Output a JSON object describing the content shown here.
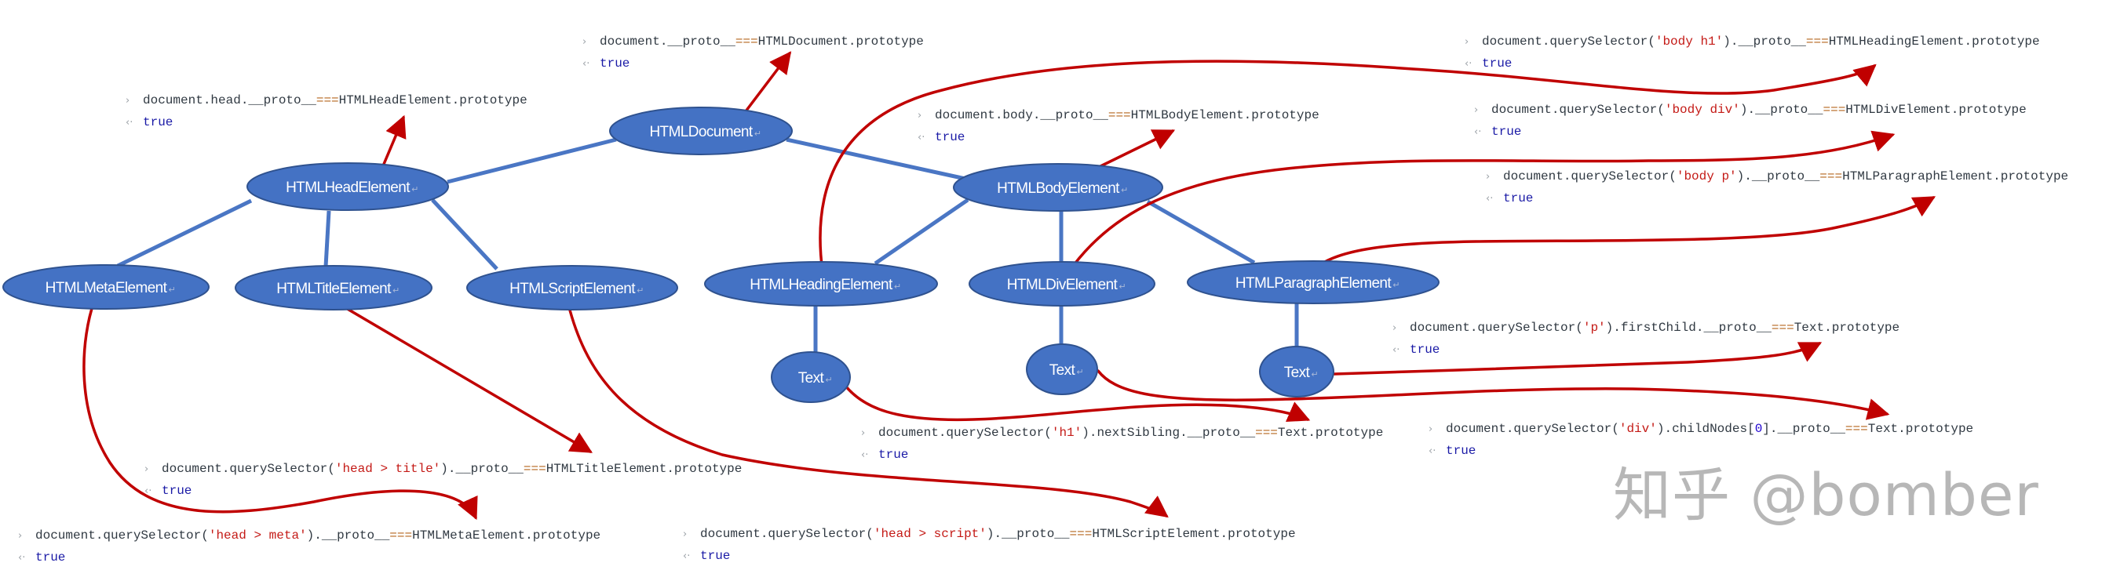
{
  "diagram": {
    "colors": {
      "node_fill": "#4472C4",
      "node_stroke": "#2F528F",
      "edge": "#4A76C4",
      "arrow": "#C00000",
      "code_text": "#303942",
      "string_literal": "#C41A16",
      "operator": "#B5651D",
      "number_literal": "#1C00CF",
      "result_true": "#1A1AA6",
      "watermark": "#B4B4B4"
    },
    "nodes": [
      {
        "id": "document",
        "label": "HTMLDocument"
      },
      {
        "id": "head",
        "label": "HTMLHeadElement"
      },
      {
        "id": "body",
        "label": "HTMLBodyElement"
      },
      {
        "id": "meta",
        "label": "HTMLMetaElement"
      },
      {
        "id": "title",
        "label": "HTMLTitleElement"
      },
      {
        "id": "script",
        "label": "HTMLScriptElement"
      },
      {
        "id": "heading",
        "label": "HTMLHeadingElement"
      },
      {
        "id": "div",
        "label": "HTMLDivElement"
      },
      {
        "id": "paragraph",
        "label": "HTMLParagraphElement"
      },
      {
        "id": "text-h1",
        "label": "Text"
      },
      {
        "id": "text-div",
        "label": "Text"
      },
      {
        "id": "text-p",
        "label": "Text"
      }
    ],
    "edges": [
      {
        "from": "document",
        "to": "head"
      },
      {
        "from": "document",
        "to": "body"
      },
      {
        "from": "head",
        "to": "meta"
      },
      {
        "from": "head",
        "to": "title"
      },
      {
        "from": "head",
        "to": "script"
      },
      {
        "from": "body",
        "to": "heading"
      },
      {
        "from": "body",
        "to": "div"
      },
      {
        "from": "body",
        "to": "paragraph"
      },
      {
        "from": "heading",
        "to": "text-h1"
      },
      {
        "from": "div",
        "to": "text-div"
      },
      {
        "from": "paragraph",
        "to": "text-p"
      }
    ],
    "arrows": [
      {
        "from": "document",
        "to_snippet": "document"
      },
      {
        "from": "head",
        "to_snippet": "head"
      },
      {
        "from": "body",
        "to_snippet": "body"
      },
      {
        "from": "meta",
        "to_snippet": "meta"
      },
      {
        "from": "title",
        "to_snippet": "title"
      },
      {
        "from": "script",
        "to_snippet": "script"
      },
      {
        "from": "heading",
        "to_snippet": "heading"
      },
      {
        "from": "div",
        "to_snippet": "div"
      },
      {
        "from": "paragraph",
        "to_snippet": "paragraph"
      },
      {
        "from": "text-h1",
        "to_snippet": "text-h1"
      },
      {
        "from": "text-div",
        "to_snippet": "text-div"
      },
      {
        "from": "text-p",
        "to_snippet": "text-p"
      }
    ]
  },
  "console": {
    "prompt_glyph": "›",
    "result_glyph": "‹·",
    "snippets": [
      {
        "id": "document",
        "tokens": [
          [
            "plain",
            "document.__proto__"
          ],
          [
            "op",
            "==="
          ],
          [
            "plain",
            "HTMLDocument.prototype"
          ]
        ],
        "result": "true"
      },
      {
        "id": "head",
        "tokens": [
          [
            "plain",
            "document.head.__proto__"
          ],
          [
            "op",
            "==="
          ],
          [
            "plain",
            "HTMLHeadElement.prototype"
          ]
        ],
        "result": "true"
      },
      {
        "id": "body",
        "tokens": [
          [
            "plain",
            "document.body.__proto__"
          ],
          [
            "op",
            "==="
          ],
          [
            "plain",
            "HTMLBodyElement.prototype"
          ]
        ],
        "result": "true"
      },
      {
        "id": "heading",
        "tokens": [
          [
            "plain",
            "document.querySelector("
          ],
          [
            "str",
            "'body h1'"
          ],
          [
            "plain",
            ").__proto__"
          ],
          [
            "op",
            "==="
          ],
          [
            "plain",
            "HTMLHeadingElement.prototype"
          ]
        ],
        "result": "true"
      },
      {
        "id": "div",
        "tokens": [
          [
            "plain",
            "document.querySelector("
          ],
          [
            "str",
            "'body div'"
          ],
          [
            "plain",
            ").__proto__"
          ],
          [
            "op",
            "==="
          ],
          [
            "plain",
            "HTMLDivElement.prototype"
          ]
        ],
        "result": "true"
      },
      {
        "id": "paragraph",
        "tokens": [
          [
            "plain",
            "document.querySelector("
          ],
          [
            "str",
            "'body p'"
          ],
          [
            "plain",
            ").__proto__"
          ],
          [
            "op",
            "==="
          ],
          [
            "plain",
            "HTMLParagraphElement.prototype"
          ]
        ],
        "result": "true"
      },
      {
        "id": "text-p",
        "tokens": [
          [
            "plain",
            "document.querySelector("
          ],
          [
            "str",
            "'p'"
          ],
          [
            "plain",
            ").firstChild.__proto__"
          ],
          [
            "op",
            "==="
          ],
          [
            "plain",
            "Text.prototype"
          ]
        ],
        "result": "true"
      },
      {
        "id": "text-div",
        "tokens": [
          [
            "plain",
            "document.querySelector("
          ],
          [
            "str",
            "'div'"
          ],
          [
            "plain",
            ").childNodes["
          ],
          [
            "num",
            "0"
          ],
          [
            "plain",
            "].__proto__"
          ],
          [
            "op",
            "==="
          ],
          [
            "plain",
            "Text.prototype"
          ]
        ],
        "result": "true"
      },
      {
        "id": "text-h1",
        "tokens": [
          [
            "plain",
            "document.querySelector("
          ],
          [
            "str",
            "'h1'"
          ],
          [
            "plain",
            ").nextSibling.__proto__"
          ],
          [
            "op",
            "==="
          ],
          [
            "plain",
            "Text.prototype"
          ]
        ],
        "result": "true"
      },
      {
        "id": "title",
        "tokens": [
          [
            "plain",
            "document.querySelector("
          ],
          [
            "str",
            "'head > title'"
          ],
          [
            "plain",
            ").__proto__"
          ],
          [
            "op",
            "==="
          ],
          [
            "plain",
            "HTMLTitleElement.prototype"
          ]
        ],
        "result": "true"
      },
      {
        "id": "meta",
        "tokens": [
          [
            "plain",
            "document.querySelector("
          ],
          [
            "str",
            "'head > meta'"
          ],
          [
            "plain",
            ").__proto__"
          ],
          [
            "op",
            "==="
          ],
          [
            "plain",
            "HTMLMetaElement.prototype"
          ]
        ],
        "result": "true"
      },
      {
        "id": "script",
        "tokens": [
          [
            "plain",
            "document.querySelector("
          ],
          [
            "str",
            "'head > script'"
          ],
          [
            "plain",
            ").__proto__"
          ],
          [
            "op",
            "==="
          ],
          [
            "plain",
            "HTMLScriptElement.prototype"
          ]
        ],
        "result": "true"
      }
    ]
  },
  "watermark": {
    "text": "知乎 @bomber"
  }
}
